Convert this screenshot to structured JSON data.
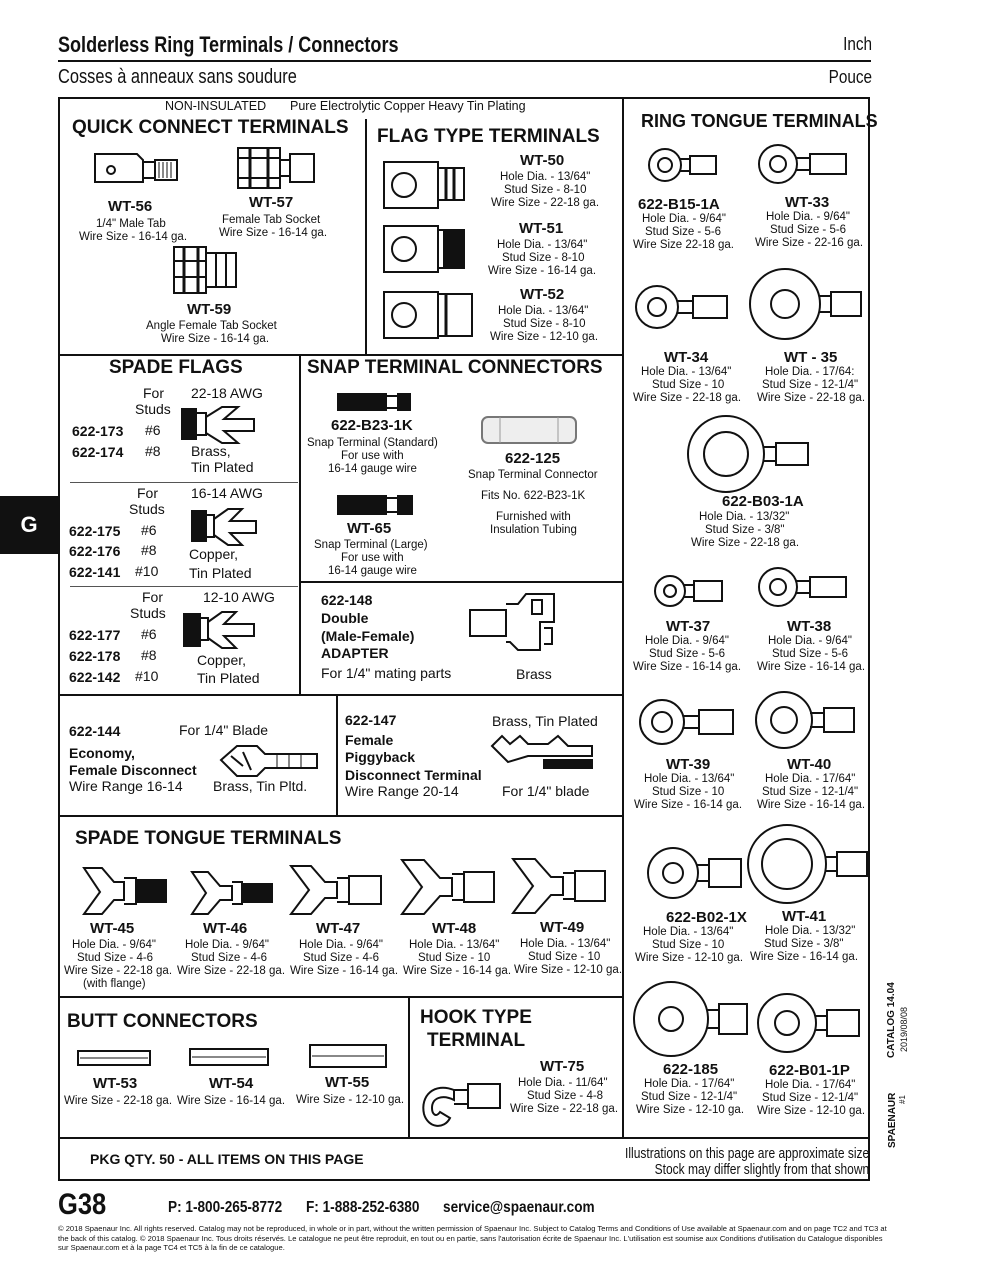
{
  "header": {
    "title": "Solderless Ring Terminals / Connectors",
    "subtitle": "Cosses à anneaux sans soudure",
    "unit_en": "Inch",
    "unit_fr": "Pouce"
  },
  "banner": {
    "type": "NON-INSULATED",
    "plating": "Pure Electrolytic Copper Heavy Tin Plating"
  },
  "side_tab": "G",
  "sections": {
    "quick_connect": "QUICK CONNECT TERMINALS",
    "flag_type": "FLAG TYPE TERMINALS",
    "ring_tongue": "RING TONGUE TERMINALS",
    "spade_flags": "SPADE FLAGS",
    "snap": "SNAP TERMINAL CONNECTORS",
    "spade_tongue": "SPADE TONGUE TERMINALS",
    "butt": "BUTT CONNECTORS",
    "hook_1": "HOOK TYPE",
    "hook_2": "TERMINAL"
  },
  "quick": [
    {
      "pn": "WT-56",
      "l1": "1/4\" Male Tab",
      "l2": "Wire Size - 16-14 ga."
    },
    {
      "pn": "WT-57",
      "l1": "Female Tab Socket",
      "l2": "Wire Size - 16-14 ga."
    },
    {
      "pn": "WT-59",
      "l1": "Angle Female Tab Socket",
      "l2": "Wire Size - 16-14 ga."
    }
  ],
  "flag": [
    {
      "pn": "WT-50",
      "l1": "Hole Dia. - 13/64\"",
      "l2": "Stud Size - 8-10",
      "l3": "Wire Size - 22-18 ga."
    },
    {
      "pn": "WT-51",
      "l1": "Hole Dia. - 13/64\"",
      "l2": "Stud Size - 8-10",
      "l3": "Wire Size - 16-14 ga."
    },
    {
      "pn": "WT-52",
      "l1": "Hole Dia. - 13/64\"",
      "l2": "Stud Size - 8-10",
      "l3": "Wire Size - 12-10 ga."
    }
  ],
  "ring": [
    {
      "pn": "622-B15-1A",
      "l1": "Hole Dia. - 9/64\"",
      "l2": "Stud Size - 5-6",
      "l3": "Wire Size 22-18 ga."
    },
    {
      "pn": "WT-33",
      "l1": "Hole Dia. - 9/64\"",
      "l2": "Stud Size - 5-6",
      "l3": "Wire Size - 22-16 ga."
    },
    {
      "pn": "WT-34",
      "l1": "Hole Dia. - 13/64\"",
      "l2": "Stud Size - 10",
      "l3": "Wire Size - 22-18 ga."
    },
    {
      "pn": "WT - 35",
      "l1": "Hole Dia. - 17/64:",
      "l2": "Stud Size - 12-1/4\"",
      "l3": "Wire Size - 22-18 ga."
    },
    {
      "pn": "622-B03-1A",
      "l1": "Hole Dia. - 13/32\"",
      "l2": "Stud Size - 3/8\"",
      "l3": "Wire Size - 22-18 ga."
    },
    {
      "pn": "WT-37",
      "l1": "Hole Dia. - 9/64\"",
      "l2": "Stud Size - 5-6",
      "l3": "Wire Size - 16-14 ga."
    },
    {
      "pn": "WT-38",
      "l1": "Hole Dia. - 9/64\"",
      "l2": "Stud Size - 5-6",
      "l3": "Wire Size - 16-14 ga."
    },
    {
      "pn": "WT-39",
      "l1": "Hole Dia. - 13/64\"",
      "l2": "Stud Size - 10",
      "l3": "Wire Size - 16-14 ga."
    },
    {
      "pn": "WT-40",
      "l1": "Hole Dia. - 17/64\"",
      "l2": "Stud Size - 12-1/4\"",
      "l3": "Wire Size - 16-14 ga."
    },
    {
      "pn": "622-B02-1X",
      "l1": "Hole Dia. - 13/64\"",
      "l2": "Stud Size - 10",
      "l3": "Wire Size - 12-10 ga."
    },
    {
      "pn": "WT-41",
      "l1": "Hole Dia. - 13/32\"",
      "l2": "Stud Size - 3/8\"",
      "l3": "Wire Size - 16-14 ga."
    },
    {
      "pn": "622-185",
      "l1": "Hole Dia. - 17/64\"",
      "l2": "Stud Size - 12-1/4\"",
      "l3": "Wire Size - 12-10 ga."
    },
    {
      "pn": "622-B01-1P",
      "l1": "Hole Dia. - 17/64\"",
      "l2": "Stud Size - 12-1/4\"",
      "l3": "Wire Size - 12-10 ga."
    }
  ],
  "spade_flags": {
    "for": "For",
    "studs": "Studs",
    "groups": [
      {
        "awg": "22-18 AWG",
        "items": [
          {
            "pn": "622-173",
            "stud": "#6"
          },
          {
            "pn": "622-174",
            "stud": "#8"
          }
        ],
        "m1": "Brass,",
        "m2": "Tin Plated"
      },
      {
        "awg": "16-14 AWG",
        "items": [
          {
            "pn": "622-175",
            "stud": "#6"
          },
          {
            "pn": "622-176",
            "stud": "#8"
          },
          {
            "pn": "622-141",
            "stud": "#10"
          }
        ],
        "m1": "Copper,",
        "m2": "Tin Plated"
      },
      {
        "awg": "12-10 AWG",
        "items": [
          {
            "pn": "622-177",
            "stud": "#6"
          },
          {
            "pn": "622-178",
            "stud": "#8"
          },
          {
            "pn": "622-142",
            "stud": "#10"
          }
        ],
        "m1": "Copper,",
        "m2": "Tin Plated"
      }
    ]
  },
  "snap": {
    "a": {
      "pn": "622-B23-1K",
      "l1": "Snap Terminal (Standard)",
      "l2": "For use with",
      "l3": "16-14 gauge wire"
    },
    "b": {
      "pn": "WT-65",
      "l1": "Snap Terminal (Large)",
      "l2": "For use with",
      "l3": "16-14 gauge wire"
    },
    "c": {
      "pn": "622-125",
      "l1": "Snap Terminal Connector",
      "l2": "Fits No. 622-B23-1K",
      "l3": "Furnished with",
      "l4": "Insulation Tubing"
    }
  },
  "adapter": {
    "pn": "622-148",
    "l1": "Double",
    "l2": "(Male-Female)",
    "l3": "ADAPTER",
    "l4": "For 1/4\" mating parts",
    "mat": "Brass"
  },
  "economy": {
    "pn": "622-144",
    "blade": "For 1/4\" Blade",
    "l1": "Economy,",
    "l2": "Female Disconnect",
    "range": "Wire Range 16-14",
    "mat": "Brass, Tin Pltd."
  },
  "piggy": {
    "pn": "622-147",
    "mat": "Brass, Tin Plated",
    "l1": "Female",
    "l2": "Piggyback",
    "l3": "Disconnect Terminal",
    "range": "Wire Range 20-14",
    "blade": "For 1/4\" blade"
  },
  "spade": [
    {
      "pn": "WT-45",
      "l1": "Hole Dia. - 9/64\"",
      "l2": "Stud Size - 4-6",
      "l3": "Wire Size - 22-18 ga.",
      "l4": "(with flange)"
    },
    {
      "pn": "WT-46",
      "l1": "Hole Dia. - 9/64\"",
      "l2": "Stud Size - 4-6",
      "l3": "Wire Size - 22-18 ga."
    },
    {
      "pn": "WT-47",
      "l1": "Hole Dia. - 9/64\"",
      "l2": "Stud Size - 4-6",
      "l3": "Wire Size - 16-14 ga."
    },
    {
      "pn": "WT-48",
      "l1": "Hole Dia. - 13/64\"",
      "l2": "Stud Size - 10",
      "l3": "Wire Size - 16-14 ga."
    },
    {
      "pn": "WT-49",
      "l1": "Hole Dia. - 13/64\"",
      "l2": "Stud Size - 10",
      "l3": "Wire Size - 12-10 ga."
    }
  ],
  "butt": [
    {
      "pn": "WT-53",
      "l1": "Wire Size - 22-18 ga."
    },
    {
      "pn": "WT-54",
      "l1": "Wire Size - 16-14 ga."
    },
    {
      "pn": "WT-55",
      "l1": "Wire Size - 12-10 ga."
    }
  ],
  "hook": {
    "pn": "WT-75",
    "l1": "Hole Dia. - 11/64\"",
    "l2": "Stud Size - 4-8",
    "l3": "Wire Size - 22-18 ga."
  },
  "bottom": {
    "pkg": "PKG QTY. 50 - ALL ITEMS ON THIS PAGE",
    "note1": "Illustrations on this page are approximate size",
    "note2": "Stock may differ slightly from that shown"
  },
  "vertical": {
    "catalog": "CATALOG 14.04",
    "date": "2019/08/08",
    "brand": "SPAENAUR",
    "code": "#1"
  },
  "footer": {
    "page": "G38",
    "phone": "P: 1-800-265-8772",
    "fax": "F: 1-888-252-6380",
    "email": "service@spaenaur.com",
    "legal": "© 2018 Spaenaur Inc. All rights reserved. Catalog may not be reproduced, in whole or in part, without the written permission of Spaenaur Inc. Subject to Catalog Terms and Conditions of Use available at Spaenaur.com and on page TC2 and TC3 at the back of this catalog. © 2018 Spaenaur Inc. Tous droits réservés. Le catalogue ne peut être reproduit, en tout ou en partie, sans l'autorisation écrite de Spaenaur Inc. L'utilisation est soumise aux Conditions d'utilisation du Catalogue disponibles sur Spaenaur.com et à la page TC4 et TC5 à la fin de ce catalogue."
  }
}
